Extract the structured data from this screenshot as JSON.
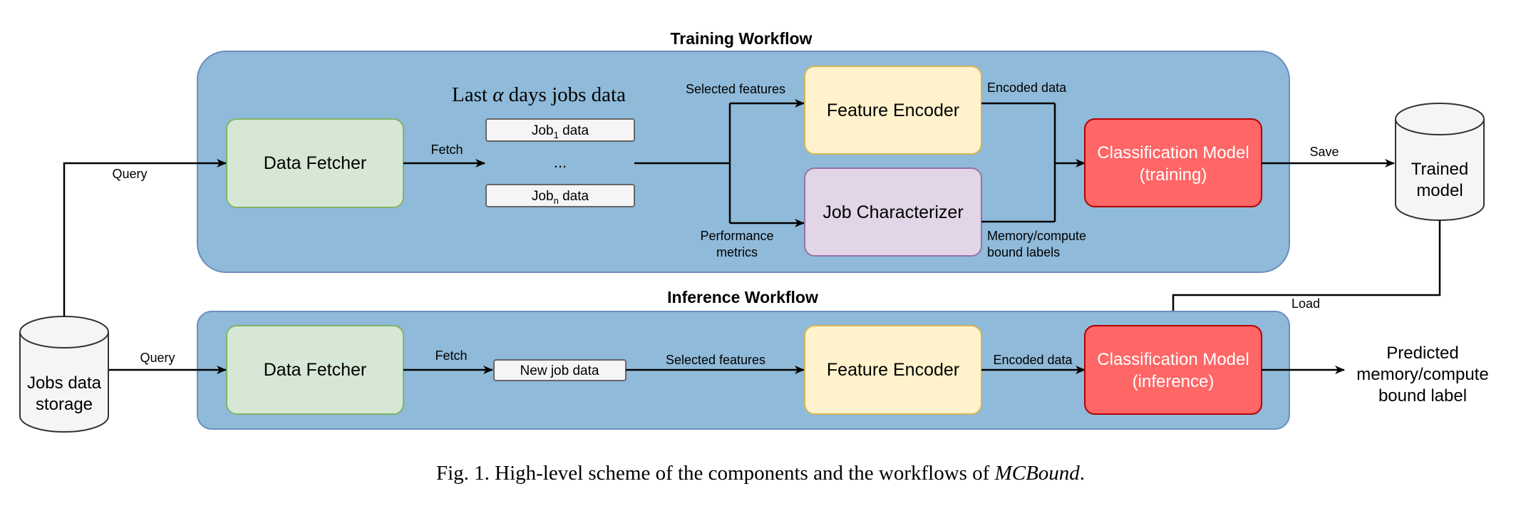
{
  "training": {
    "title": "Training Workflow",
    "data_fetcher": "Data Fetcher",
    "fetch_label": "Fetch",
    "query_label": "Query",
    "jobs_header_pre": "Last ",
    "jobs_header_symbol": "α",
    "jobs_header_post": " days jobs data",
    "job1_prefix": "Job",
    "job1_sub": "1",
    "job1_suffix": " data",
    "ellipsis": "...",
    "jobn_prefix": "Job",
    "jobn_sub": "n",
    "jobn_suffix": " data",
    "selected_features": "Selected features",
    "performance_metrics_1": "Performance",
    "performance_metrics_2": "metrics",
    "feature_encoder": "Feature Encoder",
    "job_characterizer": "Job Characterizer",
    "encoded_data": "Encoded data",
    "labels_1": "Memory/compute",
    "labels_2": "bound labels",
    "classifier_1": "Classification Model",
    "classifier_2": "(training)",
    "save_label": "Save",
    "trained_model_1": "Trained",
    "trained_model_2": "model"
  },
  "inference": {
    "title": "Inference Workflow",
    "data_fetcher": "Data Fetcher",
    "fetch_label": "Fetch",
    "query_label": "Query",
    "new_job": "New job data",
    "selected_features": "Selected features",
    "feature_encoder": "Feature Encoder",
    "encoded_data": "Encoded data",
    "classifier_1": "Classification Model",
    "classifier_2": "(inference)",
    "load_label": "Load",
    "output_1": "Predicted",
    "output_2": "memory/compute",
    "output_3": "bound label"
  },
  "storage": {
    "label_1": "Jobs data",
    "label_2": "storage"
  },
  "caption": {
    "prefix": "Fig. 1.  High-level scheme of the components and the workflows of ",
    "name": "MCBound",
    "suffix": "."
  },
  "colors": {
    "panel": "#8fbad9",
    "fetcher": "#d6e8d5",
    "encoder": "#fff2cc",
    "characterizer": "#e1d5e7",
    "classifier": "#ff6666",
    "cylinder": "#f5f5f5"
  }
}
